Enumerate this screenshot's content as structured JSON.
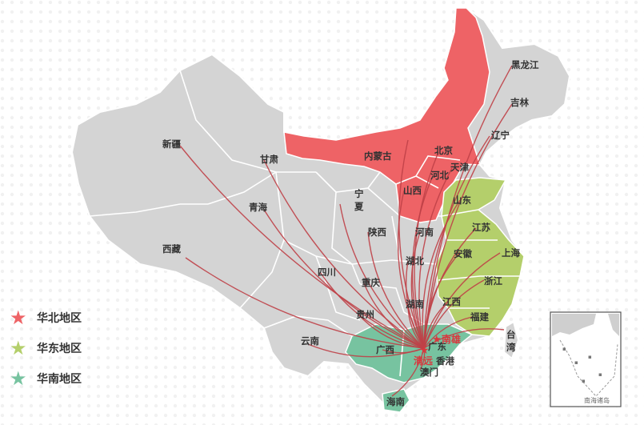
{
  "legend": [
    {
      "label": "华北地区",
      "color": "#ee6366",
      "icon": "star"
    },
    {
      "label": "华东地区",
      "color": "#b4cf6b",
      "icon": "star"
    },
    {
      "label": "华南地区",
      "color": "#77c3a0",
      "icon": "star"
    }
  ],
  "provinces": {
    "heilongjiang": "黑龙江",
    "jilin": "吉林",
    "liaoning": "辽宁",
    "beijing": "北京",
    "tianjin": "天津",
    "hebei": "河北",
    "shanxi": "山西",
    "neimenggu": "内蒙古",
    "xinjiang": "新疆",
    "gansu": "甘肃",
    "ningxia_1": "宁",
    "ningxia_2": "夏",
    "qinghai": "青海",
    "shaanxi": "陕西",
    "henan": "河南",
    "shandong": "山东",
    "jiangsu": "江苏",
    "anhui": "安徽",
    "shanghai": "上海",
    "xizang": "西藏",
    "sichuan": "四川",
    "hubei": "湖北",
    "zhejiang": "浙江",
    "chongqing": "重庆",
    "jiangxi": "江西",
    "hunan": "湖南",
    "guizhou": "贵州",
    "fujian": "福建",
    "taiwan_1": "台",
    "taiwan_2": "湾",
    "yunnan": "云南",
    "guangxi": "广西",
    "guangdong": "广东",
    "hongkong": "香港",
    "macau": "澳门",
    "hainan": "海南"
  },
  "hubs": {
    "qingyuan": "清远",
    "nanxiong": "南雄"
  },
  "inset": {
    "caption": "南海诸岛"
  }
}
